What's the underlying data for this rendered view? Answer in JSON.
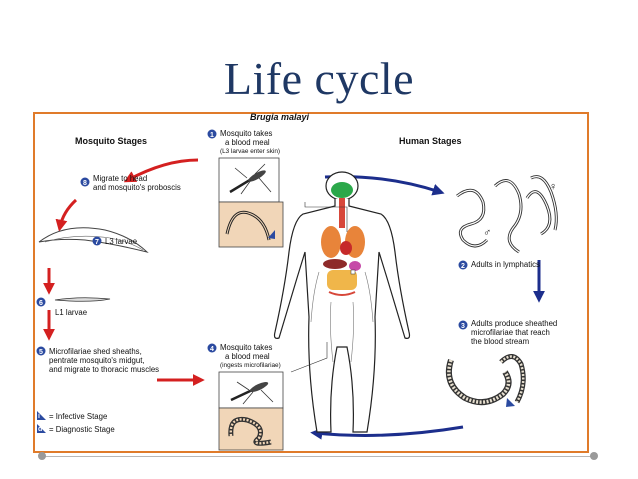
{
  "slide": {
    "title": "Life cycle"
  },
  "diagram": {
    "species": "Brugia malayi",
    "mosquito_stages": "Mosquito Stages",
    "human_stages": "Human Stages",
    "steps": [
      {
        "n": "1",
        "line1": "Mosquito takes",
        "line2": "a blood meal",
        "note": "(L3 larvae enter skin)"
      },
      {
        "n": "2",
        "line1": "Adults in lymphatics"
      },
      {
        "n": "3",
        "line1": "Adults produce sheathed",
        "line2": "microfilariae that reach",
        "line3": "the blood stream"
      },
      {
        "n": "4",
        "line1": "Mosquito takes",
        "line2": "a blood meal",
        "note": "(ingests microfilariae)"
      },
      {
        "n": "5",
        "line1": "Microfilariae shed sheaths,",
        "line2": "pentrate mosquito's midgut,",
        "line3": "and migrate to thoracic muscles"
      },
      {
        "n": "6",
        "line1": "L1 larvae"
      },
      {
        "n": "7",
        "line1": "L3 larvae"
      },
      {
        "n": "8",
        "line1": "Migrate to head",
        "line2": "and mosquito's proboscis"
      }
    ],
    "legend": {
      "infective_symbol": "i",
      "infective_label": "= Infective Stage",
      "diagnostic_symbol": "d",
      "diagnostic_label": "= Diagnostic Stage"
    },
    "female_symbol": "♀",
    "male_symbol": "♂",
    "colors": {
      "frame": "#e07b2a",
      "red_arrow": "#d42020",
      "blue_arrow": "#1c2e8c",
      "badge": "#2b4aa0",
      "title": "#1f3864"
    }
  }
}
